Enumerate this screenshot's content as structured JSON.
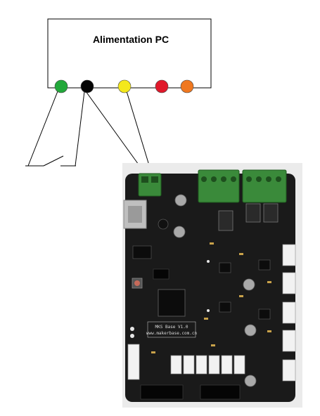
{
  "power_supply": {
    "title": "Alimentation PC"
  },
  "connectors": [
    {
      "color": "#22a83a"
    },
    {
      "color": "#050505"
    },
    {
      "color": "#f4e81c"
    },
    {
      "color": "#e0182a"
    },
    {
      "color": "#f07820"
    }
  ],
  "board": {
    "silkscreen_name": "MKS Base V1.0",
    "silkscreen_url": "www.makerbase.com.cn",
    "pcb_color": "#1a1a1a",
    "terminal_color": "#3a8a3a"
  },
  "colors": {
    "outline": "#000000",
    "background": "#ffffff"
  }
}
